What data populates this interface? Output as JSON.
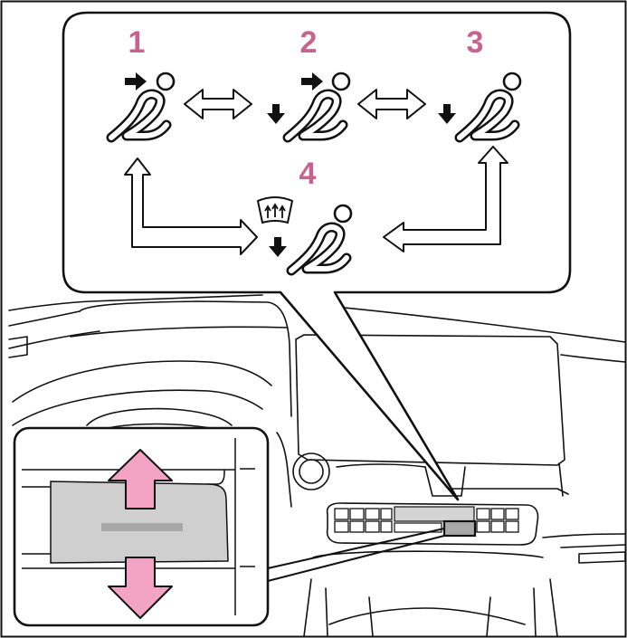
{
  "diagram": {
    "modes": [
      {
        "number": "1",
        "icon": "face-vent-icon"
      },
      {
        "number": "2",
        "icon": "face-and-feet-vent-icon"
      },
      {
        "number": "3",
        "icon": "feet-vent-icon"
      },
      {
        "number": "4",
        "icon": "feet-and-windshield-vent-icon"
      }
    ],
    "colors": {
      "label": "#c8628f",
      "arrow_fill": "#f3a3c3",
      "outline": "#111111",
      "panel_gray": "#cfcfcf",
      "highlight_gray": "#a8a8a8"
    }
  }
}
